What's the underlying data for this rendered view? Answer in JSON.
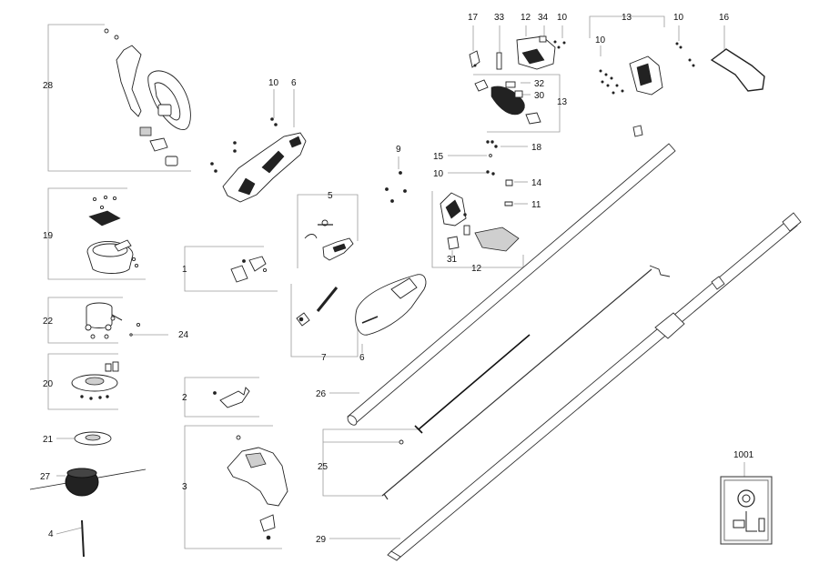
{
  "labels": {
    "l28": "28",
    "l10a": "10",
    "l6a": "6",
    "l17": "17",
    "l33": "33",
    "l12a": "12",
    "l34": "34",
    "l10b": "10",
    "l13a": "13",
    "l10c": "10",
    "l16": "16",
    "l10d": "10",
    "l32": "32",
    "l30": "30",
    "l13b": "13",
    "l9": "9",
    "l18": "18",
    "l15": "15",
    "l10e": "10",
    "l14": "14",
    "l11": "11",
    "l5": "5",
    "l31": "31",
    "l12b": "12",
    "l19": "19",
    "l1": "1",
    "l22": "22",
    "l24": "24",
    "l7": "7",
    "l6b": "6",
    "l20": "20",
    "l2": "2",
    "l26": "26",
    "l21": "21",
    "l25": "25",
    "l27": "27",
    "l3": "3",
    "l4": "4",
    "l29": "29",
    "l1001": "1001"
  },
  "icons": {
    "charger-plate": "charger-symbol-icon"
  }
}
